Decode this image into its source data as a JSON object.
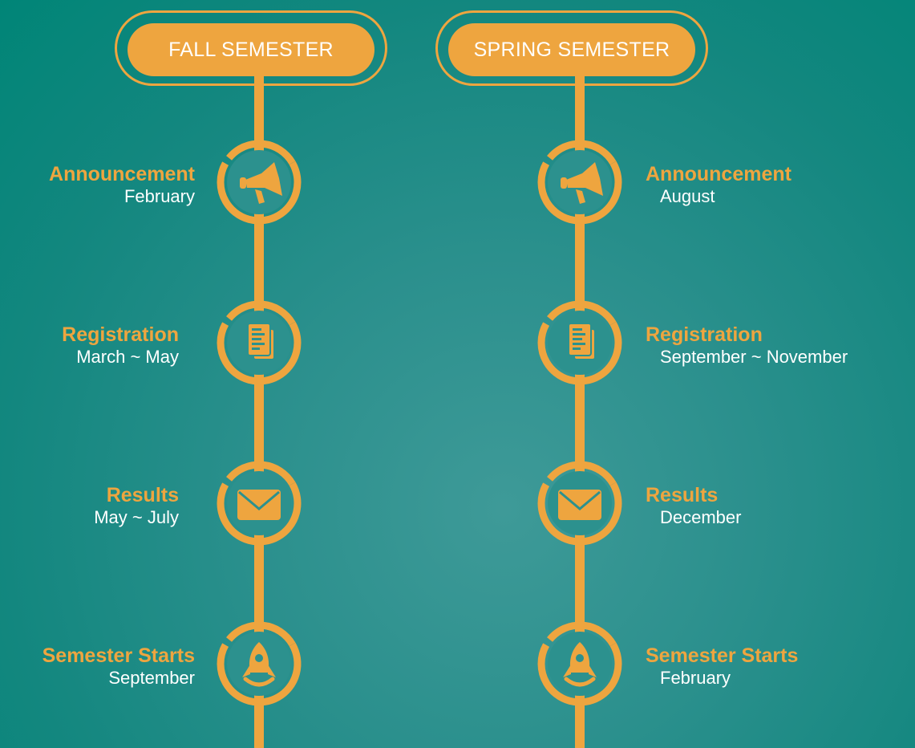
{
  "colors": {
    "accent": "#eea53f",
    "text": "#ffffff",
    "background": "#2b908d"
  },
  "fall": {
    "title": "FALL SEMESTER",
    "steps": [
      {
        "icon": "megaphone-icon",
        "title": "Announcement",
        "sub": "February"
      },
      {
        "icon": "document-icon",
        "title": "Registration",
        "sub": "March ~ May"
      },
      {
        "icon": "envelope-icon",
        "title": "Results",
        "sub": "May ~ July"
      },
      {
        "icon": "rocket-icon",
        "title": "Semester Starts",
        "sub": "September"
      }
    ]
  },
  "spring": {
    "title": "SPRING SEMESTER",
    "steps": [
      {
        "icon": "megaphone-icon",
        "title": "Announcement",
        "sub": "August"
      },
      {
        "icon": "document-icon",
        "title": "Registration",
        "sub": "September ~ November"
      },
      {
        "icon": "envelope-icon",
        "title": "Results",
        "sub": "December"
      },
      {
        "icon": "rocket-icon",
        "title": "Semester Starts",
        "sub": "February"
      }
    ]
  }
}
